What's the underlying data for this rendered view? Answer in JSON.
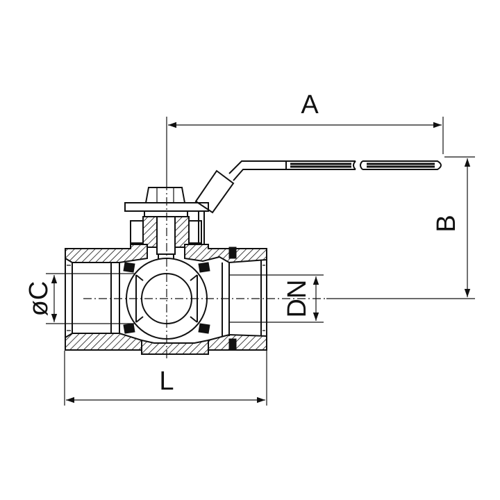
{
  "labels": {
    "A": "A",
    "B": "B",
    "C": "øC",
    "DN": "DN",
    "L": "L"
  },
  "colors": {
    "ink": "#111111",
    "background": "#ffffff"
  }
}
